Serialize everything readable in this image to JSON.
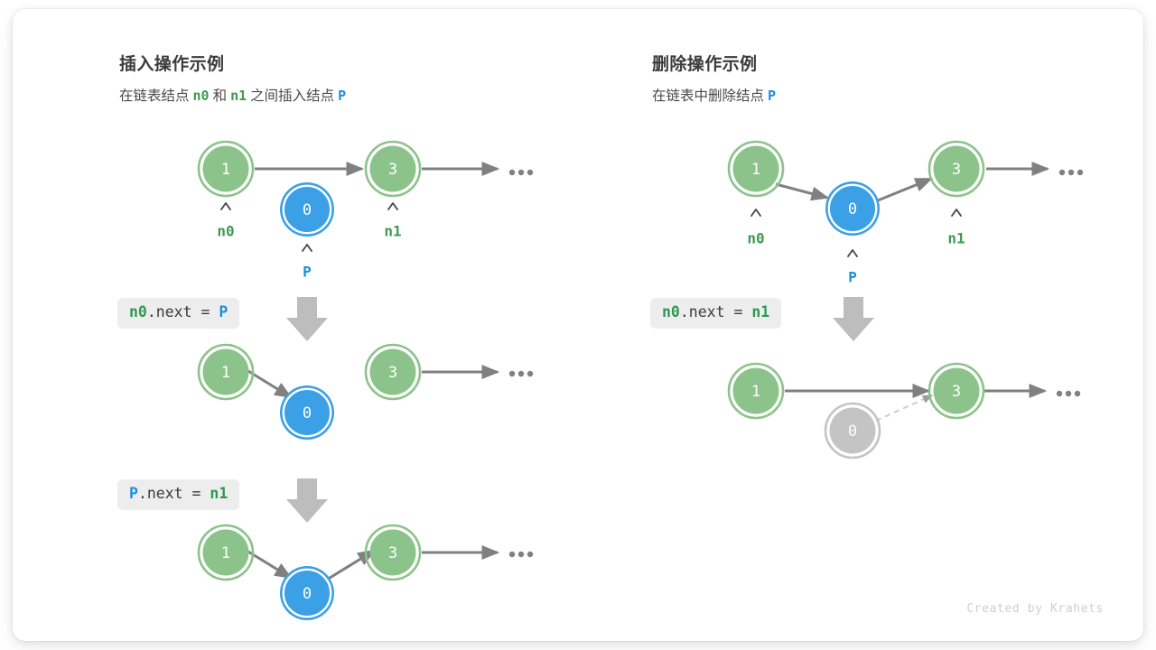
{
  "colors": {
    "node_green_fill": "#8cc38a",
    "node_green_ring": "#8cc38a",
    "node_blue_fill": "#3ba0e6",
    "node_blue_ring": "#3ba0e6",
    "node_gray_fill": "#c4c4c4",
    "node_gray_ring": "#c4c4c4",
    "edge_gray": "#808080",
    "dashed_gray": "#c9c9c9",
    "chip_bg": "#ededed",
    "text_green": "#3f9a52",
    "text_blue": "#1a8fe0",
    "arrow_down": "#bdbdbd",
    "card_bg": "#ffffff",
    "page_bg": "#ffffff"
  },
  "credit": "Created by Krahets",
  "panels": [
    {
      "id": "insert",
      "title": "插入操作示例",
      "subtitle_parts": [
        {
          "text": "在链表结点",
          "style": "plain"
        },
        {
          "text": "n0",
          "style": "green-mono"
        },
        {
          "text": "和",
          "style": "plain"
        },
        {
          "text": "n1",
          "style": "green-mono"
        },
        {
          "text": "之间插入结点",
          "style": "plain"
        },
        {
          "text": "P",
          "style": "blue-mono"
        }
      ],
      "steps": [
        {
          "code": {
            "full": "n0.next = P",
            "tokens": [
              {
                "t": "n0",
                "c": "green"
              },
              {
                "t": ".next = ",
                "c": "plain"
              },
              {
                "t": "P",
                "c": "blue"
              }
            ]
          },
          "nodes": [
            {
              "value": "1",
              "color": "green",
              "pointer": "n0",
              "pointer_color": "green"
            },
            {
              "value": "0",
              "color": "blue",
              "pointer": "P",
              "pointer_color": "blue"
            },
            {
              "value": "3",
              "color": "green",
              "pointer": "n1",
              "pointer_color": "green"
            }
          ],
          "ellipsis": "···"
        },
        {
          "nodes": [
            {
              "value": "1",
              "color": "green"
            },
            {
              "value": "0",
              "color": "blue"
            },
            {
              "value": "3",
              "color": "green"
            }
          ],
          "ellipsis": "···"
        },
        {
          "code": {
            "full": "P.next = n1",
            "tokens": [
              {
                "t": "P",
                "c": "blue"
              },
              {
                "t": ".next = ",
                "c": "plain"
              },
              {
                "t": "n1",
                "c": "green"
              }
            ]
          },
          "nodes": [
            {
              "value": "1",
              "color": "green"
            },
            {
              "value": "0",
              "color": "blue"
            },
            {
              "value": "3",
              "color": "green"
            }
          ],
          "ellipsis": "···"
        }
      ]
    },
    {
      "id": "delete",
      "title": "删除操作示例",
      "subtitle_parts": [
        {
          "text": "在链表中删除结点",
          "style": "plain"
        },
        {
          "text": "P",
          "style": "blue-mono"
        }
      ],
      "steps": [
        {
          "code": {
            "full": "n0.next = n1",
            "tokens": [
              {
                "t": "n0",
                "c": "green"
              },
              {
                "t": ".next = ",
                "c": "plain"
              },
              {
                "t": "n1",
                "c": "green"
              }
            ]
          },
          "nodes": [
            {
              "value": "1",
              "color": "green",
              "pointer": "n0",
              "pointer_color": "green"
            },
            {
              "value": "0",
              "color": "blue",
              "pointer": "P",
              "pointer_color": "blue"
            },
            {
              "value": "3",
              "color": "green",
              "pointer": "n1",
              "pointer_color": "green"
            }
          ],
          "ellipsis": "···"
        },
        {
          "nodes": [
            {
              "value": "1",
              "color": "green"
            },
            {
              "value": "0",
              "color": "gray"
            },
            {
              "value": "3",
              "color": "green"
            }
          ],
          "ellipsis": "···"
        }
      ]
    }
  ]
}
